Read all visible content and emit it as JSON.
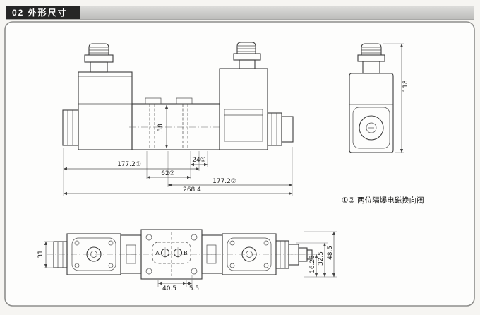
{
  "header": {
    "title": "02 外形尺寸"
  },
  "note": "①② 两位隔爆电磁换向阀",
  "front_view": {
    "dim_177_2_1": "177.2①",
    "dim_24_1": "24①",
    "dim_62_2": "62②",
    "dim_177_2_2": "177.2②",
    "dim_268_4": "268.4",
    "dim_38": "38"
  },
  "side_view": {
    "dim_118": "118"
  },
  "bottom_view": {
    "dim_31": "31",
    "dim_40_5": "40.5",
    "dim_5_5": "5.5",
    "dim_16_25": "16.25",
    "dim_32_5": "32.5",
    "dim_48_5": "48.5",
    "port_a": "A",
    "port_b": "B"
  }
}
